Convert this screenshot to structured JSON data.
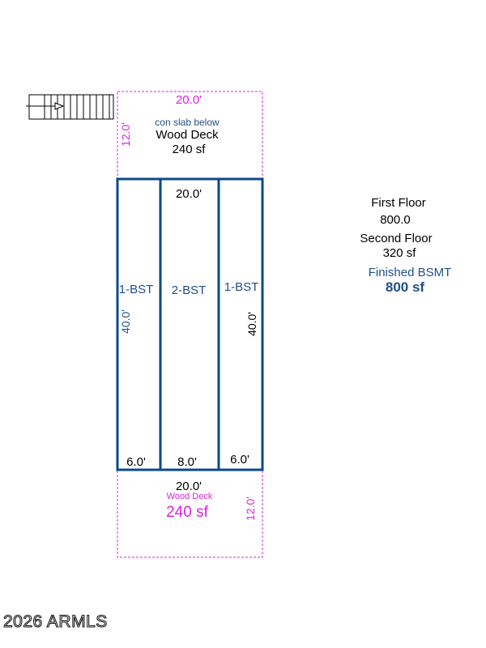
{
  "top_deck": {
    "width_label": "20.0'",
    "depth_label": "12.0'",
    "note": "con slab below",
    "name": "Wood Deck",
    "area": "240 sf"
  },
  "basement": {
    "top_width_label": "20.0'",
    "bottom_width_label": "20.0'",
    "left_length_label": "40.0'",
    "right_length_label": "40.0'",
    "left_room": {
      "name": "1-BST",
      "width_label": "6.0'"
    },
    "center_room": {
      "name": "2-BST",
      "width_label": "8.0'"
    },
    "right_room": {
      "name": "1-BST",
      "width_label": "6.0'"
    }
  },
  "bottom_deck": {
    "name": "Wood Deck",
    "area": "240 sf",
    "depth_label": "12.0'"
  },
  "summary": {
    "first_floor_label": "First Floor",
    "first_floor_value": "800.0",
    "second_floor_label": "Second Floor",
    "second_floor_value": "320 sf",
    "basement_label": "Finished BSMT",
    "basement_value": "800 sf"
  },
  "watermark": "2026 ARMLS",
  "colors": {
    "wall": "#0a4a8a",
    "deck": "#e020e0",
    "basement_text": "#1f4e8c",
    "black": "#000000"
  }
}
